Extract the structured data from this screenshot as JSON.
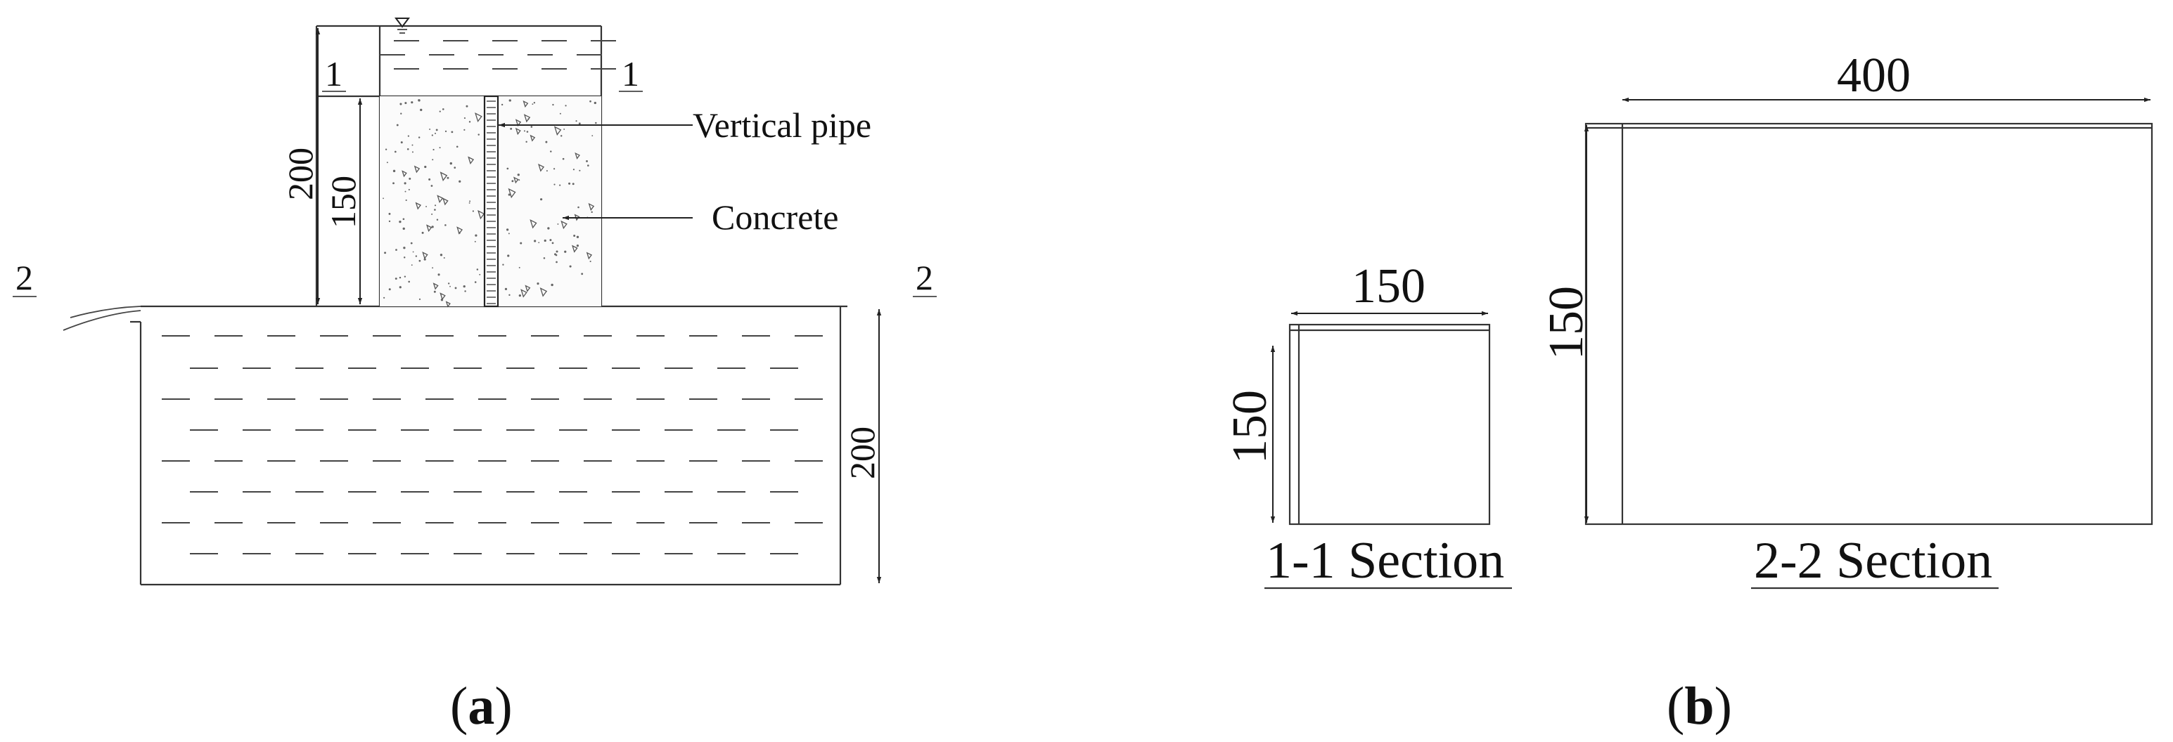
{
  "panel_a": {
    "pipe_label": "Vertical pipe",
    "concrete_label": "Concrete",
    "cut_1_left": "1",
    "cut_1_right": "1",
    "cut_2_left": "2",
    "cut_2_right": "2",
    "dim_column_total": "200",
    "dim_concrete_height": "150",
    "dim_tank_depth": "200",
    "caption_paren_open": "(",
    "caption_letter": "a",
    "caption_paren_close": ")"
  },
  "panel_b": {
    "section_1_title": "1-1 Section",
    "section_1_width": "150",
    "section_1_height": "150",
    "section_2_title": "2-2 Section",
    "section_2_width": "400",
    "section_2_height": "150",
    "caption_paren_open": "(",
    "caption_letter": "b",
    "caption_paren_close": ")"
  }
}
